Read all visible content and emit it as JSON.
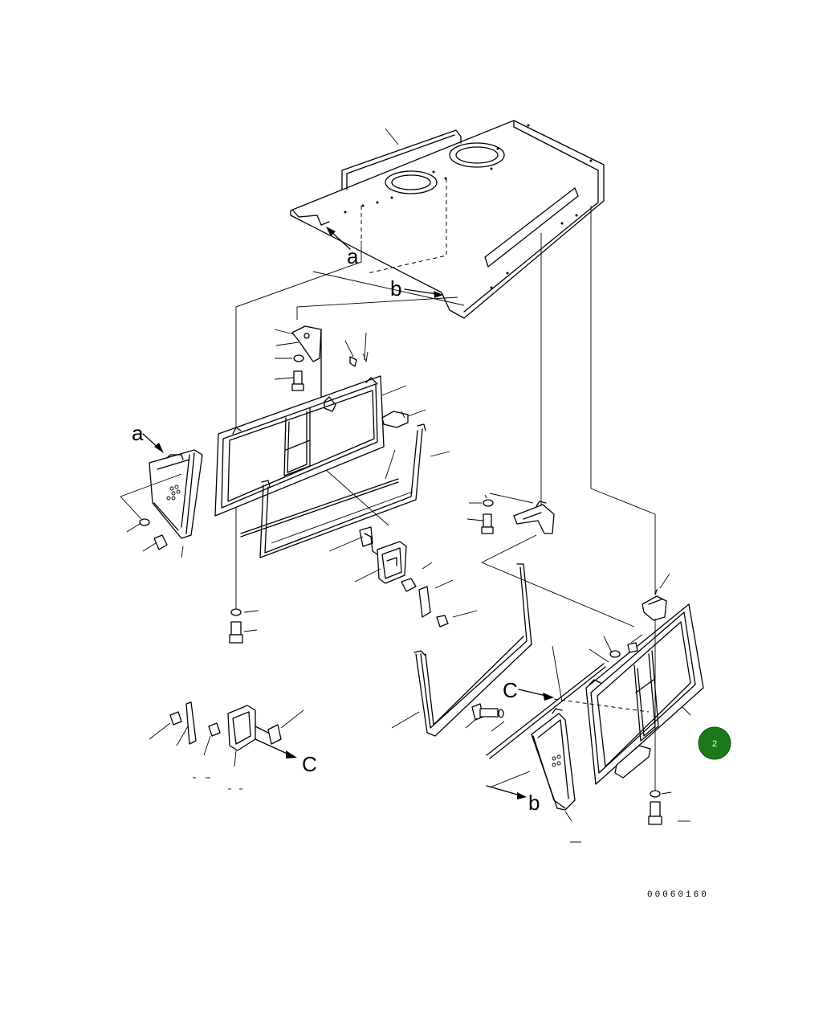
{
  "drawing": {
    "code": "00060160",
    "labels": {
      "a_top": "a",
      "b_top": "b",
      "a_left": "a",
      "c_right": "C",
      "c_bottom": "C",
      "b_bottom": "b"
    },
    "badge": {
      "number": "2",
      "color": "#1a7a1a"
    }
  }
}
